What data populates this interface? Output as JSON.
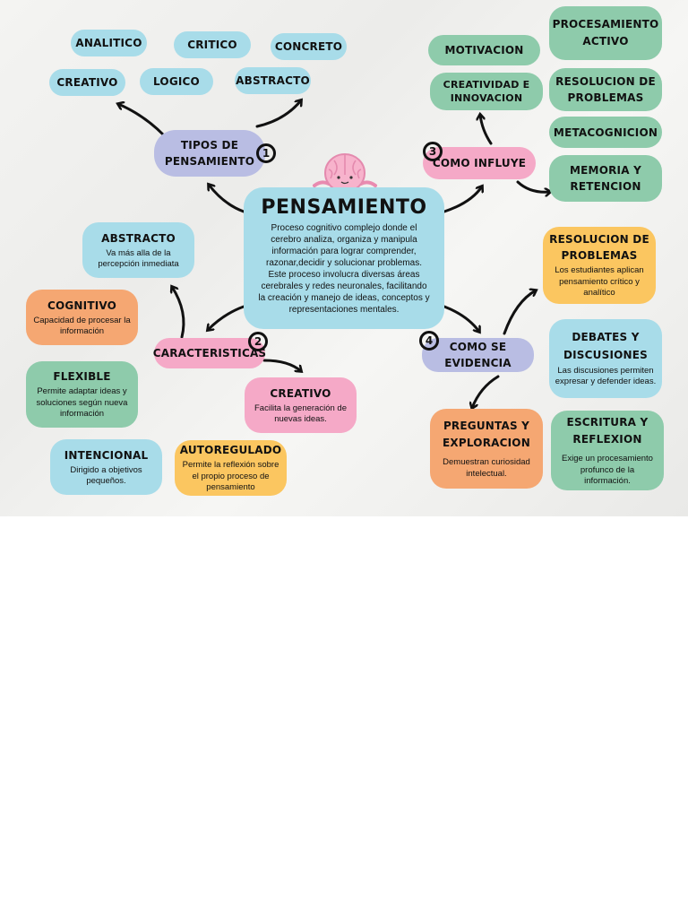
{
  "center": {
    "title": "PENSAMIENTO",
    "description": "Proceso cognitivo complejo donde el cerebro analiza, organiza y manipula información para lograr comprender, razonar,decidir y solucionar problemas. Este proceso involucra diversas áreas cerebrales y redes neuronales, facilitando la creación y manejo de ideas, conceptos y representaciones mentales."
  },
  "branch1": {
    "number": "1",
    "title": "TIPOS DE PENSAMIENTO",
    "items": [
      "ANALITICO",
      "CRITICO",
      "CONCRETO",
      "CREATIVO",
      "LOGICO",
      "ABSTRACTO"
    ]
  },
  "branch2": {
    "number": "2",
    "title": "CARACTERISTICAS",
    "items": [
      {
        "title": "ABSTRACTO",
        "desc": "Va más alla de la percepción inmediata"
      },
      {
        "title": "COGNITIVO",
        "desc": "Capacidad de procesar la información"
      },
      {
        "title": "FLEXIBLE",
        "desc": "Permite adaptar ideas y soluciones según nueva información"
      },
      {
        "title": "INTENCIONAL",
        "desc": "Dirigido a objetivos pequeños."
      },
      {
        "title": "AUTOREGULADO",
        "desc": "Permite la reflexión sobre el propio proceso de pensamiento"
      },
      {
        "title": "CREATIVO",
        "desc": "Facilita la generación de nuevas ideas."
      }
    ]
  },
  "branch3": {
    "number": "3",
    "title": "COMO INFLUYE",
    "items": [
      "MOTIVACION",
      "CREATIVIDAD E INNOVACION",
      "PROCESAMIENTO ACTIVO",
      "RESOLUCION DE PROBLEMAS",
      "METACOGNICION",
      "MEMORIA Y RETENCION"
    ]
  },
  "branch4": {
    "number": "4",
    "title": "COMO SE EVIDENCIA",
    "items": [
      {
        "title": "RESOLUCION DE PROBLEMAS",
        "desc": "Los estudiantes aplican pensamiento crítico y analítico"
      },
      {
        "title": "DEBATES Y DISCUSIONES",
        "desc": "Las discusiones permiten expresar y defender ideas."
      },
      {
        "title": "PREGUNTAS Y EXPLORACION",
        "desc": "Demuestran curiosidad intelectual."
      },
      {
        "title": "ESCRITURA Y REFLEXION",
        "desc": "Exige un procesamiento profunco de la información."
      }
    ]
  },
  "icons": {
    "center": "meditating-brain-icon"
  },
  "colors": {
    "blue": "#a8dce9",
    "green": "#8ecbab",
    "lilac": "#b9bde3",
    "pink": "#f5a9c7",
    "orange": "#f5a772",
    "yellow": "#fbc660"
  }
}
